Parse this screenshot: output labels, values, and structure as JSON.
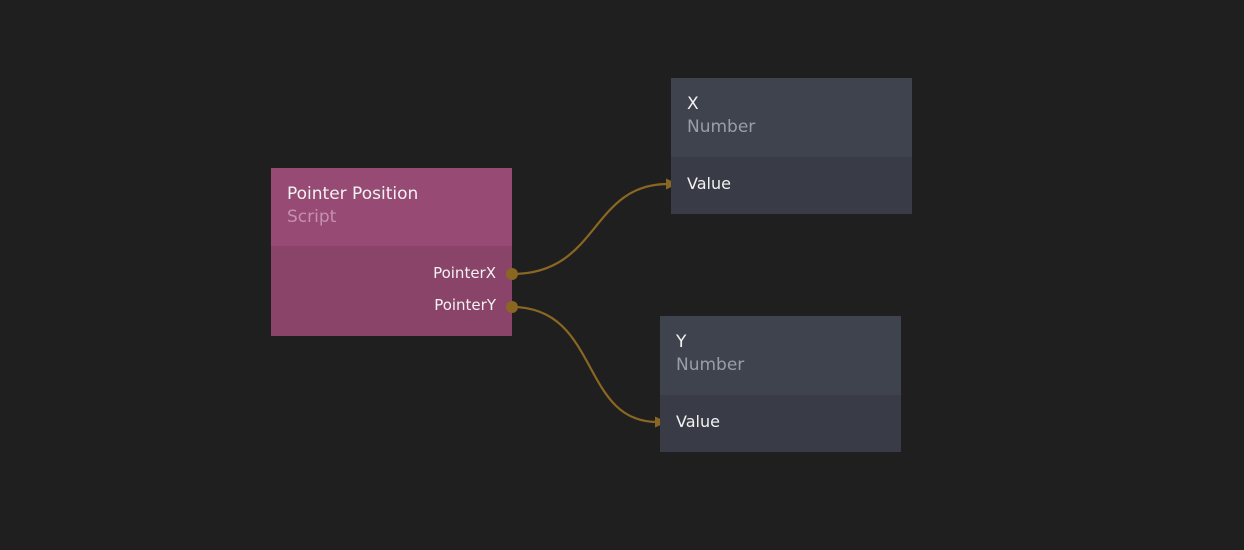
{
  "nodes": {
    "pointer_position": {
      "title": "Pointer Position",
      "type": "Script",
      "outputs": [
        "PointerX",
        "PointerY"
      ],
      "color": "#964a74"
    },
    "x": {
      "title": "X",
      "type": "Number",
      "inputs": [
        "Value"
      ],
      "color": "#3f434d"
    },
    "y": {
      "title": "Y",
      "type": "Number",
      "inputs": [
        "Value"
      ],
      "color": "#3f434d"
    }
  },
  "connections": [
    {
      "from": "Pointer Position.PointerX",
      "to": "X.Value"
    },
    {
      "from": "Pointer Position.PointerY",
      "to": "Y.Value"
    }
  ],
  "wire_color": "#8a6623"
}
